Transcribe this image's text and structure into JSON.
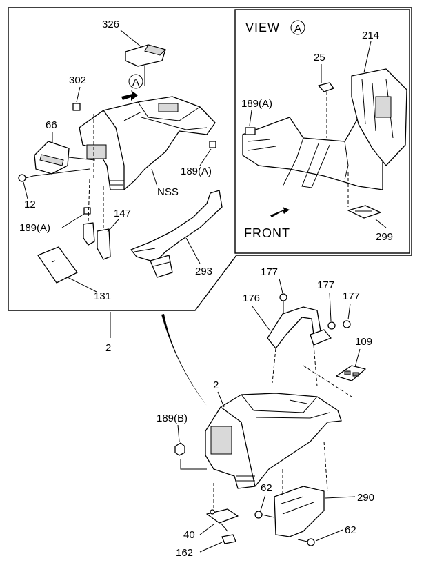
{
  "view_box": {
    "title": "VIEW",
    "title_marker": "A",
    "front_label": "FRONT"
  },
  "main_box": {
    "view_marker": "A"
  },
  "labels": {
    "p326": "326",
    "p302": "302",
    "p66": "66",
    "p12": "12",
    "p189a_1": "189(A)",
    "p189a_2": "189(A)",
    "p189a_3": "189(A)",
    "p147": "147",
    "p131": "131",
    "p293": "293",
    "pNSS": "NSS",
    "p2_top": "2",
    "p25": "25",
    "p214": "214",
    "p299": "299",
    "p177_a": "177",
    "p177_b": "177",
    "p177_c": "177",
    "p176": "176",
    "p109": "109",
    "p2_main": "2",
    "p189b": "189(B)",
    "p62_a": "62",
    "p62_b": "62",
    "p290": "290",
    "p40": "40",
    "p162": "162"
  }
}
